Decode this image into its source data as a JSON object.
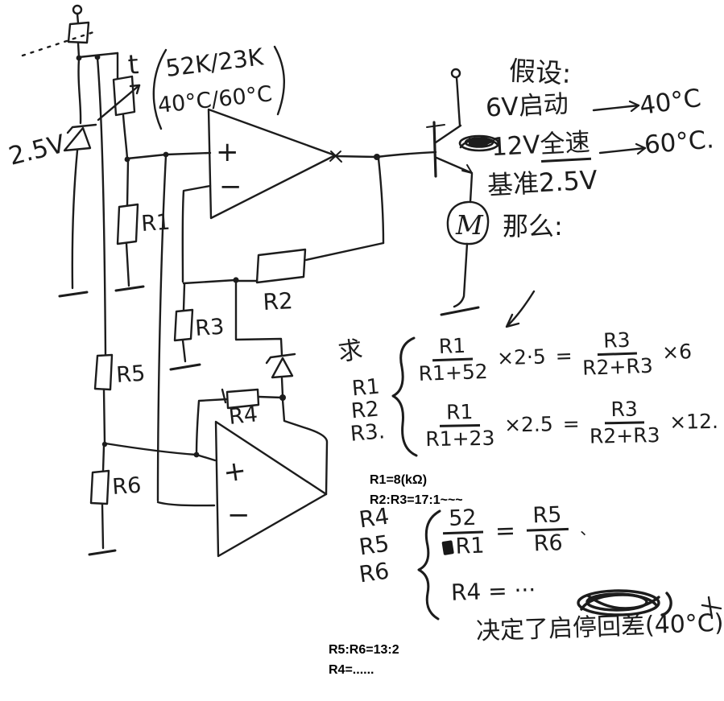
{
  "canvas": {
    "ink": "#1c1c1c",
    "background": "#ffffff"
  },
  "circuit": {
    "reference_label": "2.5V",
    "thermistor_label": "t",
    "thermistor_note_line1": "52K/23K",
    "thermistor_note_line2": "40°C/60°C",
    "r1": "R1",
    "r2": "R2",
    "r3": "R3",
    "r4": "R4",
    "r5": "R5",
    "r6": "R6",
    "motor_label": "M",
    "opamp_plus": "+",
    "opamp_minus": "−"
  },
  "icons": {
    "right_arrow": "→",
    "down_left_arrow": "↙",
    "bullet_arrow": "➤"
  },
  "assumptions": {
    "title": "假设:",
    "line1_label": "6V启动",
    "line1_temp": "40°C",
    "line2_v": "12V",
    "line2_word": "全速",
    "line2_temp": "60°C.",
    "reference": "基准2.5V",
    "then": "那么:"
  },
  "solve_r123": {
    "prefix": "求",
    "unknown1": "R1",
    "unknown2": "R2",
    "unknown3": "R3.",
    "eq1": {
      "num1": "R1",
      "den1": "R1+52",
      "mul1": "×2·5",
      "equals": "=",
      "num2": "R3",
      "den2": "R2+R3",
      "mul2": "×6"
    },
    "eq2": {
      "num1": "R1",
      "den1": "R1+23",
      "mul1": "×2.5",
      "equals": "=",
      "num2": "R3",
      "den2": "R2+R3",
      "mul2": "×12."
    }
  },
  "typed_notes_1": {
    "line1": "R1=8(kΩ)",
    "line2": "R2:R3=17:1~~~"
  },
  "solve_r456": {
    "unknown1": "R4",
    "unknown2": "R5",
    "unknown3": "R6",
    "eq": {
      "num1": "52",
      "den1": "R1",
      "equals": "=",
      "num2": "R5",
      "den2": "R6",
      "comma": "、"
    },
    "r4_line": "R4 = ···",
    "conclusion": "决定了启停回差(40°C)"
  },
  "typed_notes_2": {
    "line1": "R5:R6=13:2",
    "line2": "R4=......"
  }
}
